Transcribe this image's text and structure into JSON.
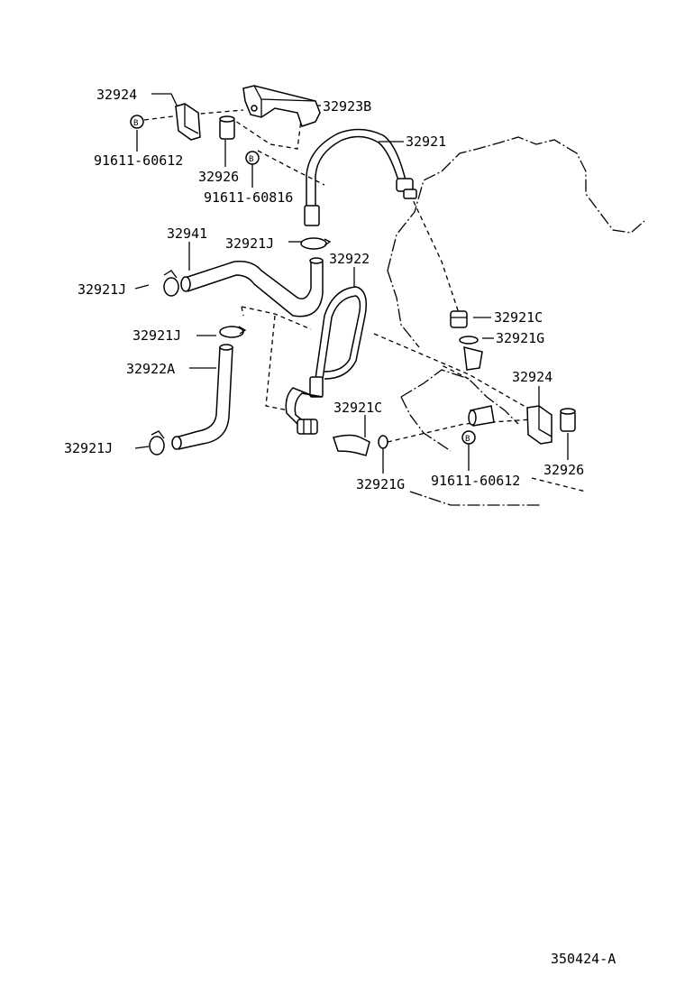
{
  "diagram": {
    "parts": [
      {
        "id": "p_32924_top",
        "number": "32924"
      },
      {
        "id": "p_32923B",
        "number": "32923B"
      },
      {
        "id": "p_bolt_top",
        "number": "91611-60612"
      },
      {
        "id": "p_32921",
        "number": "32921"
      },
      {
        "id": "p_32926_top",
        "number": "32926"
      },
      {
        "id": "p_bolt_mid",
        "number": "91611-60816"
      },
      {
        "id": "p_32941",
        "number": "32941"
      },
      {
        "id": "p_32921J_a",
        "number": "32921J"
      },
      {
        "id": "p_32922",
        "number": "32922"
      },
      {
        "id": "p_32921J_b",
        "number": "32921J"
      },
      {
        "id": "p_32921C_right",
        "number": "32921C"
      },
      {
        "id": "p_32921J_c",
        "number": "32921J"
      },
      {
        "id": "p_32921G_right",
        "number": "32921G"
      },
      {
        "id": "p_32922A",
        "number": "32922A"
      },
      {
        "id": "p_32924_bottom",
        "number": "32924"
      },
      {
        "id": "p_32921C_mid",
        "number": "32921C"
      },
      {
        "id": "p_32921J_d",
        "number": "32921J"
      },
      {
        "id": "p_32926_bottom",
        "number": "32926"
      },
      {
        "id": "p_bolt_bottom",
        "number": "91611-60612"
      },
      {
        "id": "p_32921G_mid",
        "number": "32921G"
      }
    ],
    "bolt_marker": "B",
    "figure_code": "350424-A"
  }
}
